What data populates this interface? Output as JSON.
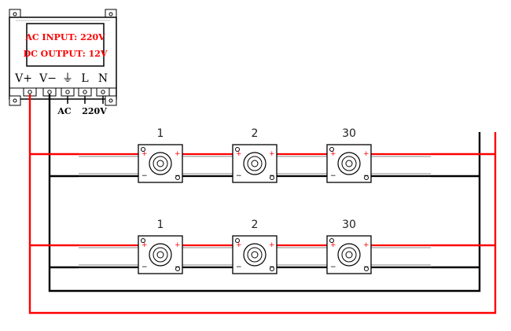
{
  "power_supply": {
    "display_line1": "AC INPUT:  220V",
    "display_line2": "DC OUTPUT: 12V",
    "terminals": {
      "v_plus": "V+",
      "v_minus": "V−",
      "ground": "⏚",
      "live": "L",
      "neutral": "N"
    },
    "ac_label": "AC",
    "ac_voltage_label": "220V"
  },
  "rows": [
    {
      "modules": [
        "1",
        "2",
        "30"
      ]
    },
    {
      "modules": [
        "1",
        "2",
        "30"
      ]
    }
  ],
  "colors": {
    "positive_wire": "#ff0000",
    "negative_wire": "#000000",
    "display_text": "#ff0000"
  }
}
